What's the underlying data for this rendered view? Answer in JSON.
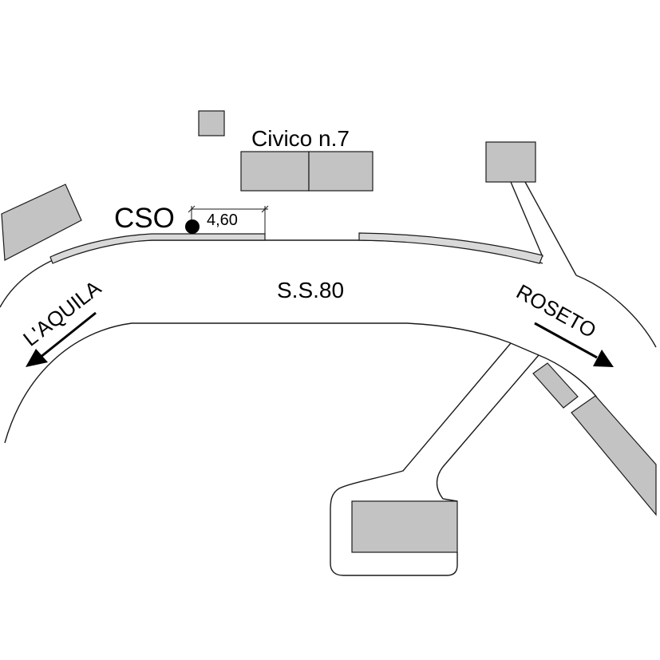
{
  "labels": {
    "civico": "Civico n.7",
    "cso": "CSO",
    "distance": "4,60",
    "road": "S.S.80",
    "direction_left": "L'AQUILA",
    "direction_right": "ROSETO"
  },
  "colors": {
    "building_fill": "#c3c3c3",
    "sidewalk_fill": "#d9d9d9",
    "line": "#1a1a1a",
    "background": "#ffffff"
  }
}
